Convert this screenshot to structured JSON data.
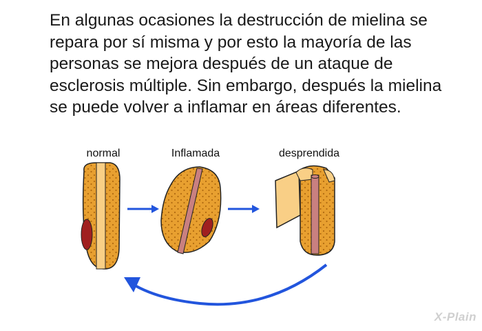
{
  "paragraph": "En algunas ocasiones la destrucción de mielina se repara por sí misma y por esto la mayoría de las personas se mejora después de un ataque de esclerosis múltiple. Sin embargo, después la mielina se puede volver a inflamar en áreas diferentes.",
  "stages": [
    {
      "label": "normal"
    },
    {
      "label": "Inflamada"
    },
    {
      "label": "desprendida"
    }
  ],
  "brand": "X-Plain",
  "colors": {
    "myelin": "#e8a030",
    "myelin_dots": "#b06a10",
    "myelin_light": "#f9cf86",
    "axon": "#c98080",
    "lesion": "#a02020",
    "arrow": "#2255dd",
    "outline": "#222222"
  },
  "icons": [
    "arrow-right-icon",
    "arrow-right-icon",
    "return-arrow-icon"
  ]
}
